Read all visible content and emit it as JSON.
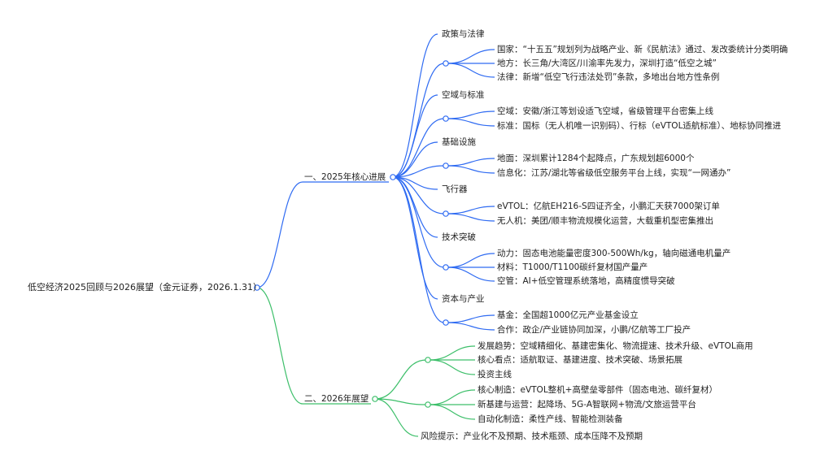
{
  "colors": {
    "blue": "#2f6bf2",
    "green": "#3dbf6a"
  },
  "root": {
    "label": "低空经济2025回顾与2026展望（金元证券，2026.1.31）"
  },
  "branch1": {
    "label": "一、2025年核心进展",
    "groups": [
      {
        "title": "政策与法律",
        "items": [
          "国家：“十五五”规划列为战略产业、新《民航法》通过、发改委统计分类明确",
          "地方：长三角/大湾区/川渝率先发力，深圳打造“低空之城”",
          "法律：新增“低空飞行违法处罚”条款，多地出台地方性条例"
        ]
      },
      {
        "title": "空域与标准",
        "items": [
          "空域：安徽/浙江等划设适飞空域，省级管理平台密集上线",
          "标准：国标（无人机唯一识别码）、行标（eVTOL适航标准）、地标协同推进"
        ]
      },
      {
        "title": "基础设施",
        "items": [
          "地面：深圳累计1284个起降点，广东规划超6000个",
          "信息化：江苏/湖北等省级低空服务平台上线，实现“一网通办”"
        ]
      },
      {
        "title": "飞行器",
        "items": [
          "eVTOL：亿航EH216-S四证齐全，小鹏汇天获7000架订单",
          "无人机：美团/顺丰物流规模化运营，大载重机型密集推出"
        ]
      },
      {
        "title": "技术突破",
        "items": [
          "动力：固态电池能量密度300-500Wh/kg，轴向磁通电机量产",
          "材料：T1000/T1100碳纤复材国产量产",
          "空管：AI+低空管理系统落地，高精度惯导突破"
        ]
      },
      {
        "title": "资本与产业",
        "items": [
          "基金：全国超1000亿元产业基金设立",
          "合作：政企/产业链协同加深，小鹏/亿航等工厂投产"
        ]
      }
    ]
  },
  "branch2": {
    "label": "二、2026年展望",
    "group1": [
      "发展趋势：空域精细化、基建密集化、物流提速、技术升级、eVTOL商用",
      "核心看点：适航取证、基建进度、技术突破、场景拓展"
    ],
    "invest_title": "投资主线",
    "invest_items": [
      "核心制造：eVTOL整机+高壁垒零部件（固态电池、碳纤复材）",
      "新基建与运营：起降场、5G-A智联网+物流/文旅运营平台",
      "自动化制造：柔性产线、智能检测装备"
    ],
    "risk": "风险提示：产业化不及预期、技术瓶颈、成本压降不及预期"
  }
}
